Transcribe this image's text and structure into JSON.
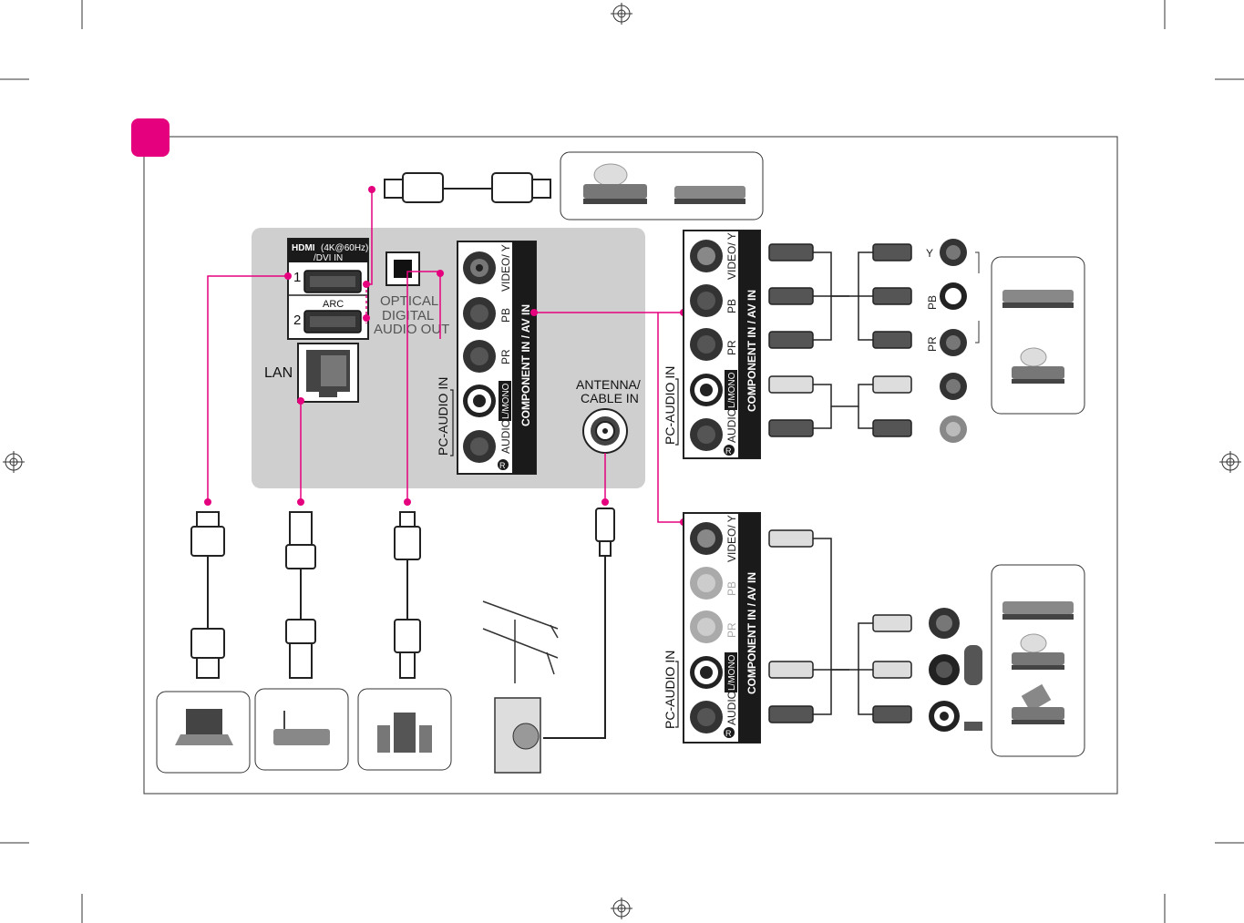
{
  "panel": {
    "hdmi_logo": "HDMI",
    "hdmi_spec": "(4K@60Hz)",
    "hdmi_dvi": "/DVI IN",
    "hdmi_port1": "1",
    "hdmi_port2": "2",
    "arc": "ARC",
    "optical": [
      "OPTICAL",
      "DIGITAL",
      "AUDIO OUT"
    ],
    "lan": "LAN",
    "antenna": [
      "ANTENNA/",
      "CABLE IN"
    ]
  },
  "component_block": {
    "video_y": "VIDEO/ Y",
    "pb": "PB",
    "pr": "PR",
    "component_title": "COMPONENT IN / AV IN",
    "audio_prefix": "AUDIO",
    "l_mono": "L/MONO",
    "r_mark": "R",
    "pc_audio": "PC-AUDIO IN"
  },
  "device_jacks": {
    "y": "Y",
    "pb": "PB",
    "pr": "PR"
  },
  "colors": {
    "accent": "#e5007e",
    "panel_gray": "#cfcfcf",
    "jack_dark": "#1a1a1a"
  }
}
